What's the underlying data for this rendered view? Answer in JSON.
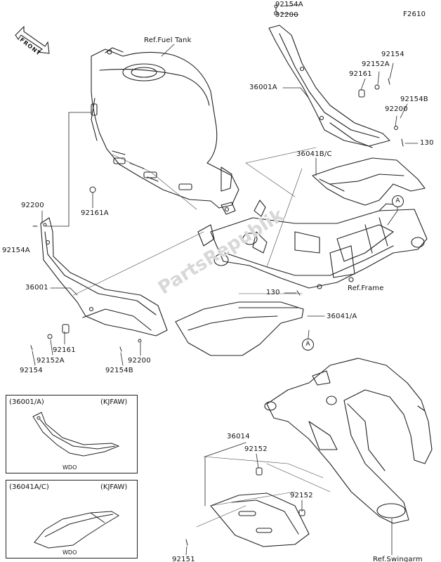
{
  "figure_code": "F2610",
  "front_label": "FRONT",
  "watermark": "PartsRepublik",
  "callouts": {
    "fuel_tank": "Ref.Fuel Tank",
    "frame": "Ref.Frame",
    "swingarm": "Ref.Swingarm",
    "p92154A_top": "92154A",
    "p92200_top": "92200",
    "p92154_r": "92154",
    "p92152A_r": "92152A",
    "p92161_r": "92161",
    "p36001A": "36001A",
    "p92154B_r": "92154B",
    "p92200_r": "92200",
    "p130_r": "130",
    "p36041BC": "36041B/C",
    "p92161A": "92161A",
    "p92200_l": "92200",
    "p92154A_l": "92154A",
    "p36001": "36001",
    "p130_m": "130",
    "p36041A": "36041/A",
    "p92161_l": "92161",
    "p92152A_l": "92152A",
    "p92154_l": "92154",
    "p92200_b": "92200",
    "p92154B_b": "92154B",
    "p36014": "36014",
    "p92152_1": "92152",
    "p92152_2": "92152",
    "p92151": "92151",
    "ref_a_1": "A",
    "ref_a_2": "A"
  },
  "insets": [
    {
      "part": "(36001/A)",
      "color_code": "(KJFAW)",
      "variant": "WDO"
    },
    {
      "part": "(36041A/C)",
      "color_code": "(KJFAW)",
      "variant": "WDO"
    }
  ]
}
